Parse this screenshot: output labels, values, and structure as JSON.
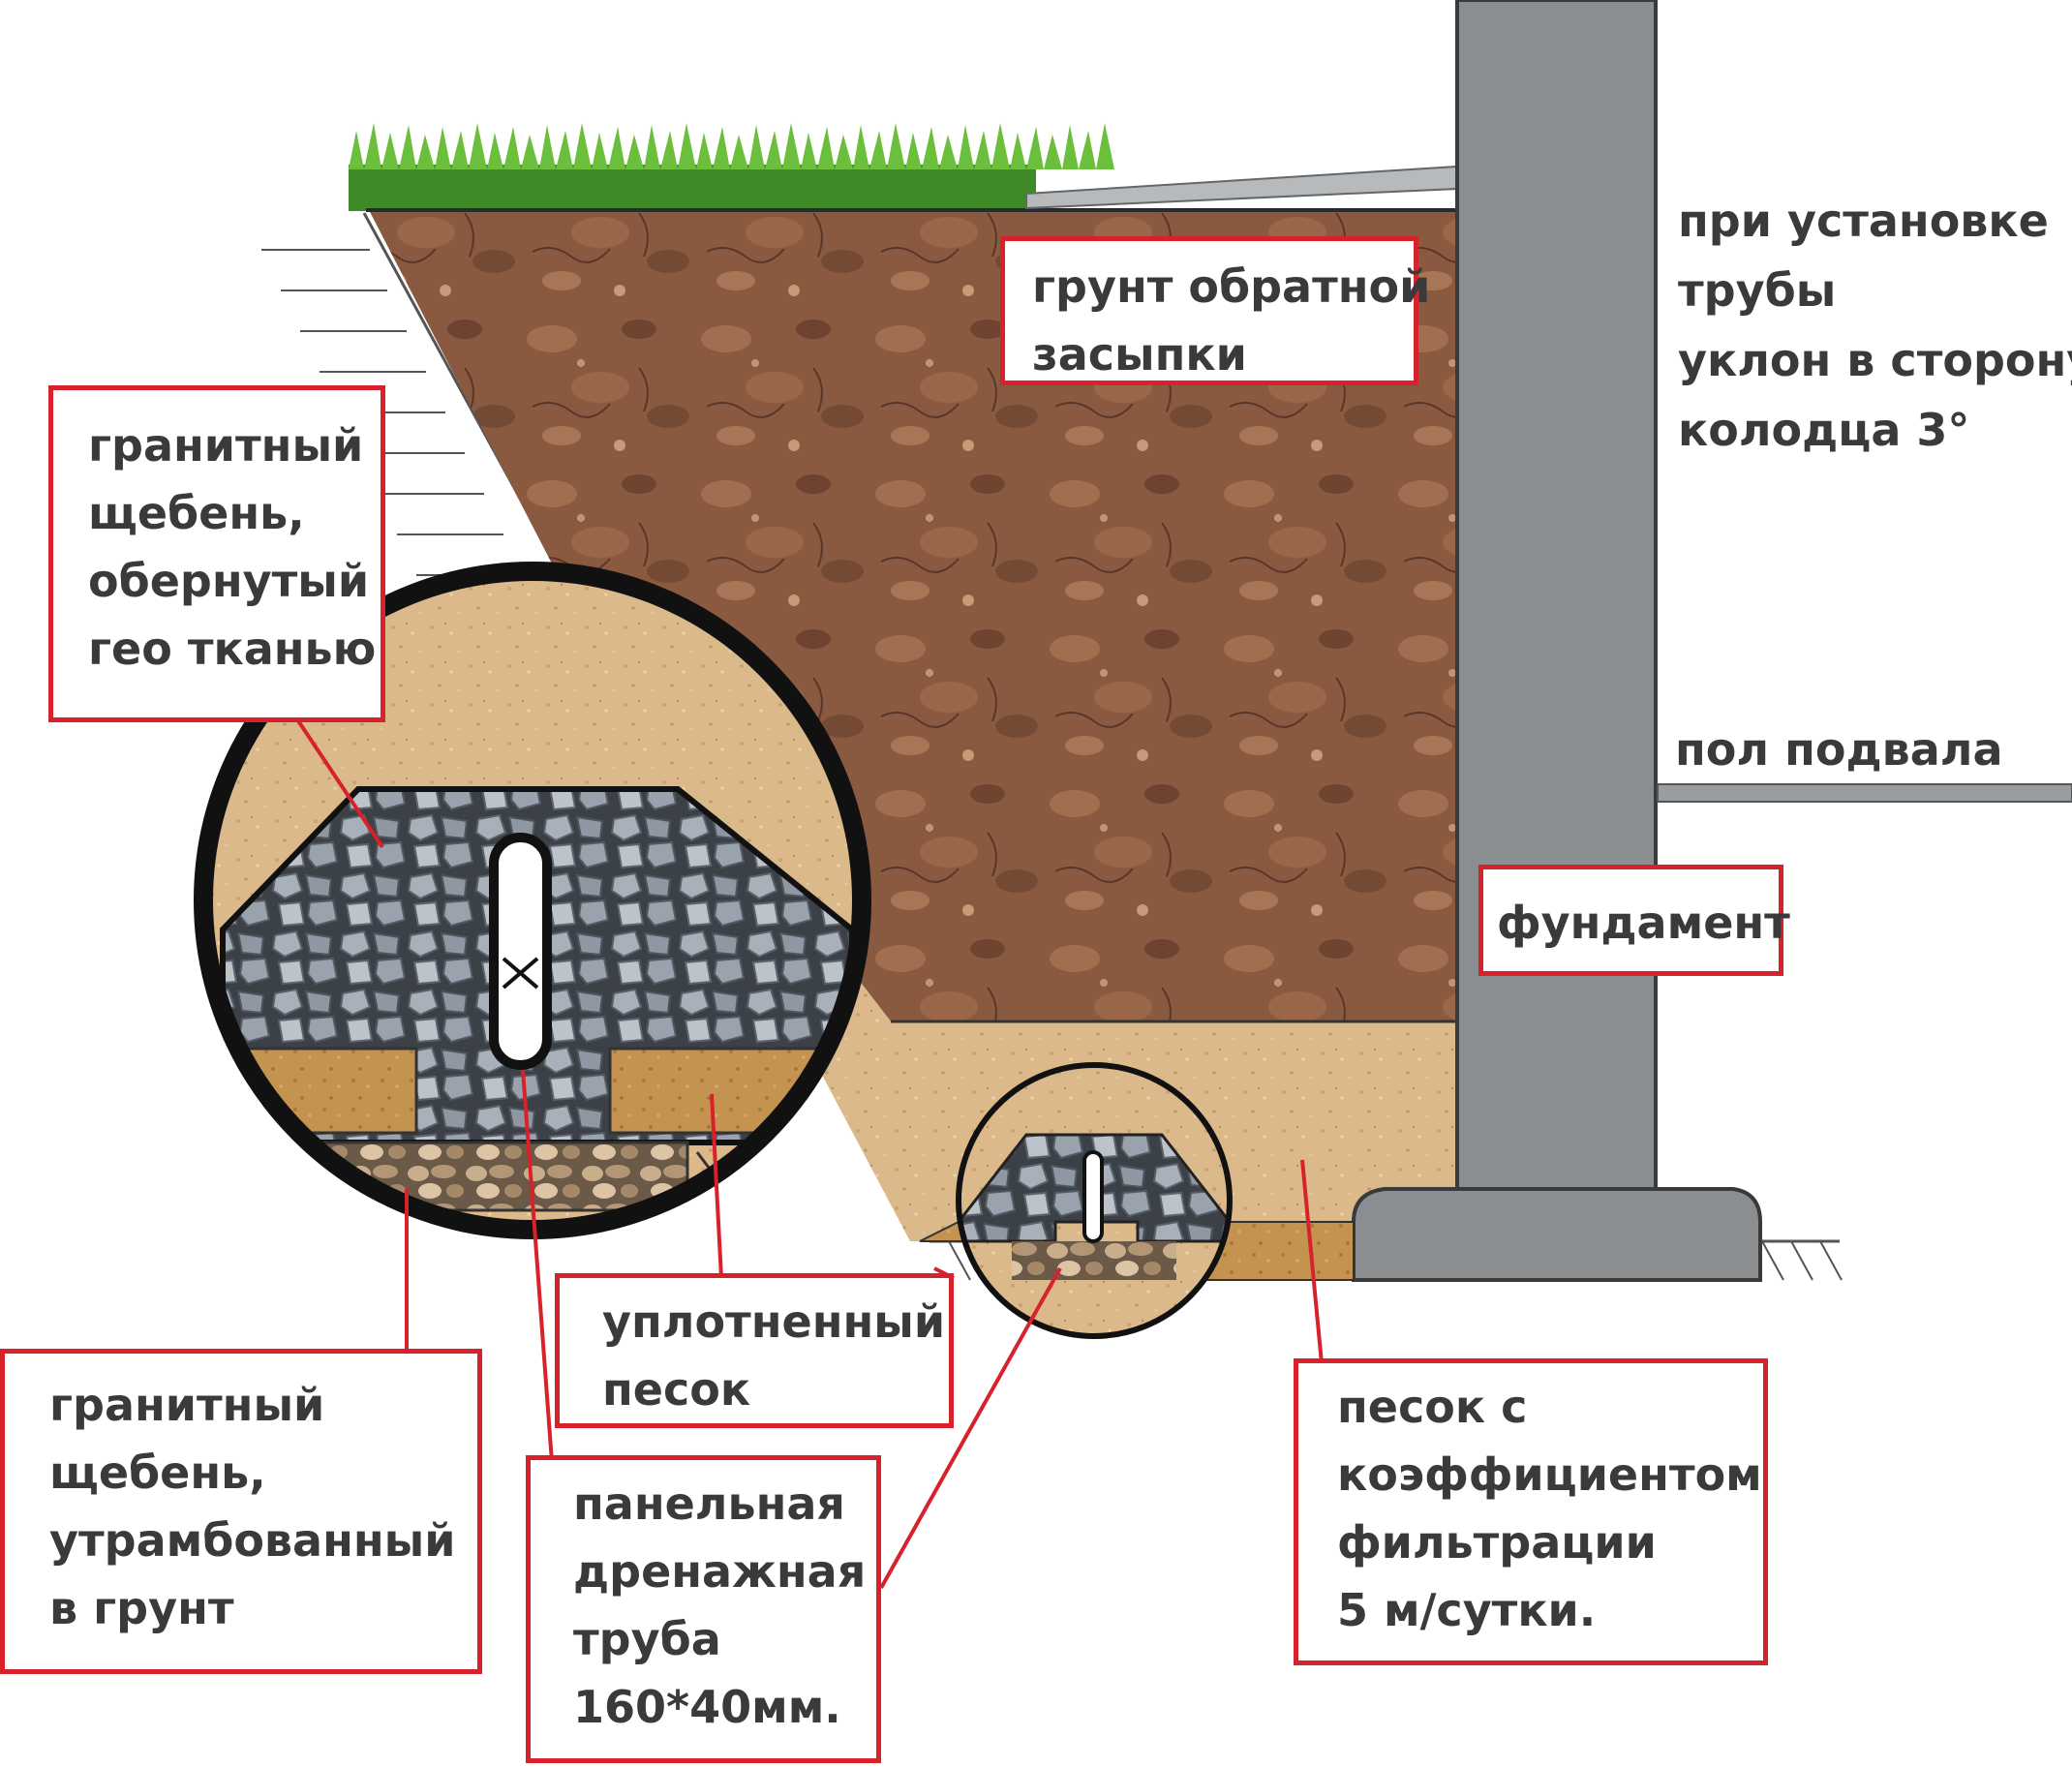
{
  "labels": {
    "backfill": [
      "грунт обратной",
      "засыпки"
    ],
    "geo_gravel": [
      "гранитный",
      "щебень,",
      "обернутый",
      "гео тканью"
    ],
    "foundation": [
      "фундамент"
    ],
    "compacted_sand": [
      "уплотненный",
      "песок"
    ],
    "rammed_gravel": [
      "гранитный",
      "щебень,",
      "утрамбованный",
      "в грунт"
    ],
    "drain_pipe": [
      "панельная",
      "дренажная",
      "труба",
      "160*40мм."
    ],
    "filter_sand": [
      "песок с",
      "коэффициентом",
      "фильтрации",
      "5 м/сутки."
    ],
    "slope_note": [
      "при установке",
      "трубы",
      "уклон в сторону",
      "колодца 3°"
    ],
    "basement_floor": [
      "пол подвала"
    ]
  },
  "colors": {
    "label_border": "#d7222b",
    "leader_line": "#d7222b",
    "text": "#3a3a3a",
    "soil": "#8a5a40",
    "sand": "#dcb98a",
    "compacted_sand": "#c49350",
    "gravel": "#9aa3ad",
    "concrete": "#8b8e91",
    "grass": "#5aa832"
  },
  "icons": [
    "grass-texture",
    "soil-texture",
    "gravel-texture",
    "sand-texture",
    "ground-hatch",
    "drain-pipe-icon",
    "magnifier-circle"
  ]
}
